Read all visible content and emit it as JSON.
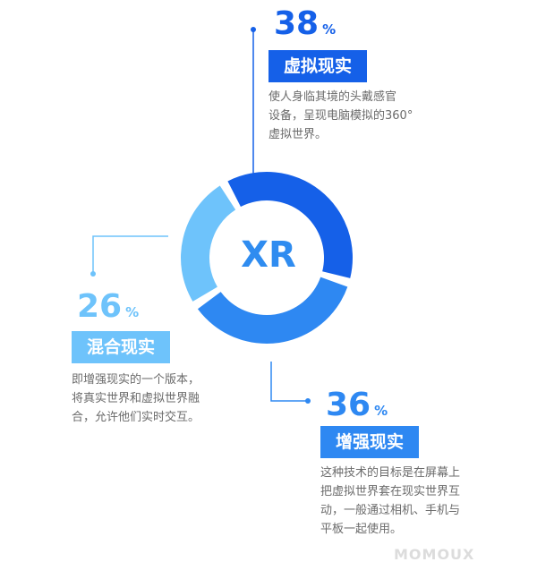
{
  "chart_data": {
    "type": "pie",
    "center_label": "XR",
    "percent_symbol": "%",
    "series": [
      {
        "value": 38,
        "label": "虚拟现实",
        "description": "使人身临其境的头戴感官\n设备，呈现电脑模拟的360°\n虚拟世界。",
        "color": "#1560e8"
      },
      {
        "value": 36,
        "label": "增强现实",
        "description": "这种技术的目标是在屏幕上\n把虚拟世界套在现实世界互\n动，一般通过相机、手机与\n平板一起使用。",
        "color": "#2e88f2"
      },
      {
        "value": 26,
        "label": "混合现实",
        "description": "即增强现实的一个版本，\n将真实世界和虚拟世界融\n合，允许他们实时交互。",
        "color": "#6ec3fb"
      }
    ]
  },
  "watermark": "MOMOUX"
}
